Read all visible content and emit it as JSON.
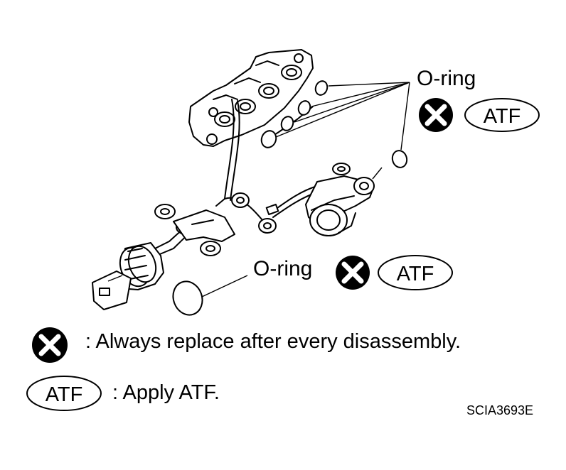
{
  "callouts": {
    "top_label": "O-ring",
    "top_badge": "ATF",
    "bottom_label": "O-ring",
    "bottom_badge": "ATF"
  },
  "legend": {
    "replace_text": ": Always replace after every disassembly.",
    "atf_badge": "ATF",
    "atf_text": ": Apply ATF."
  },
  "figure_code": "SCIA3693E",
  "icons": {
    "replace": "x-circle-icon",
    "apply_fluid": "atf-oval-badge"
  }
}
